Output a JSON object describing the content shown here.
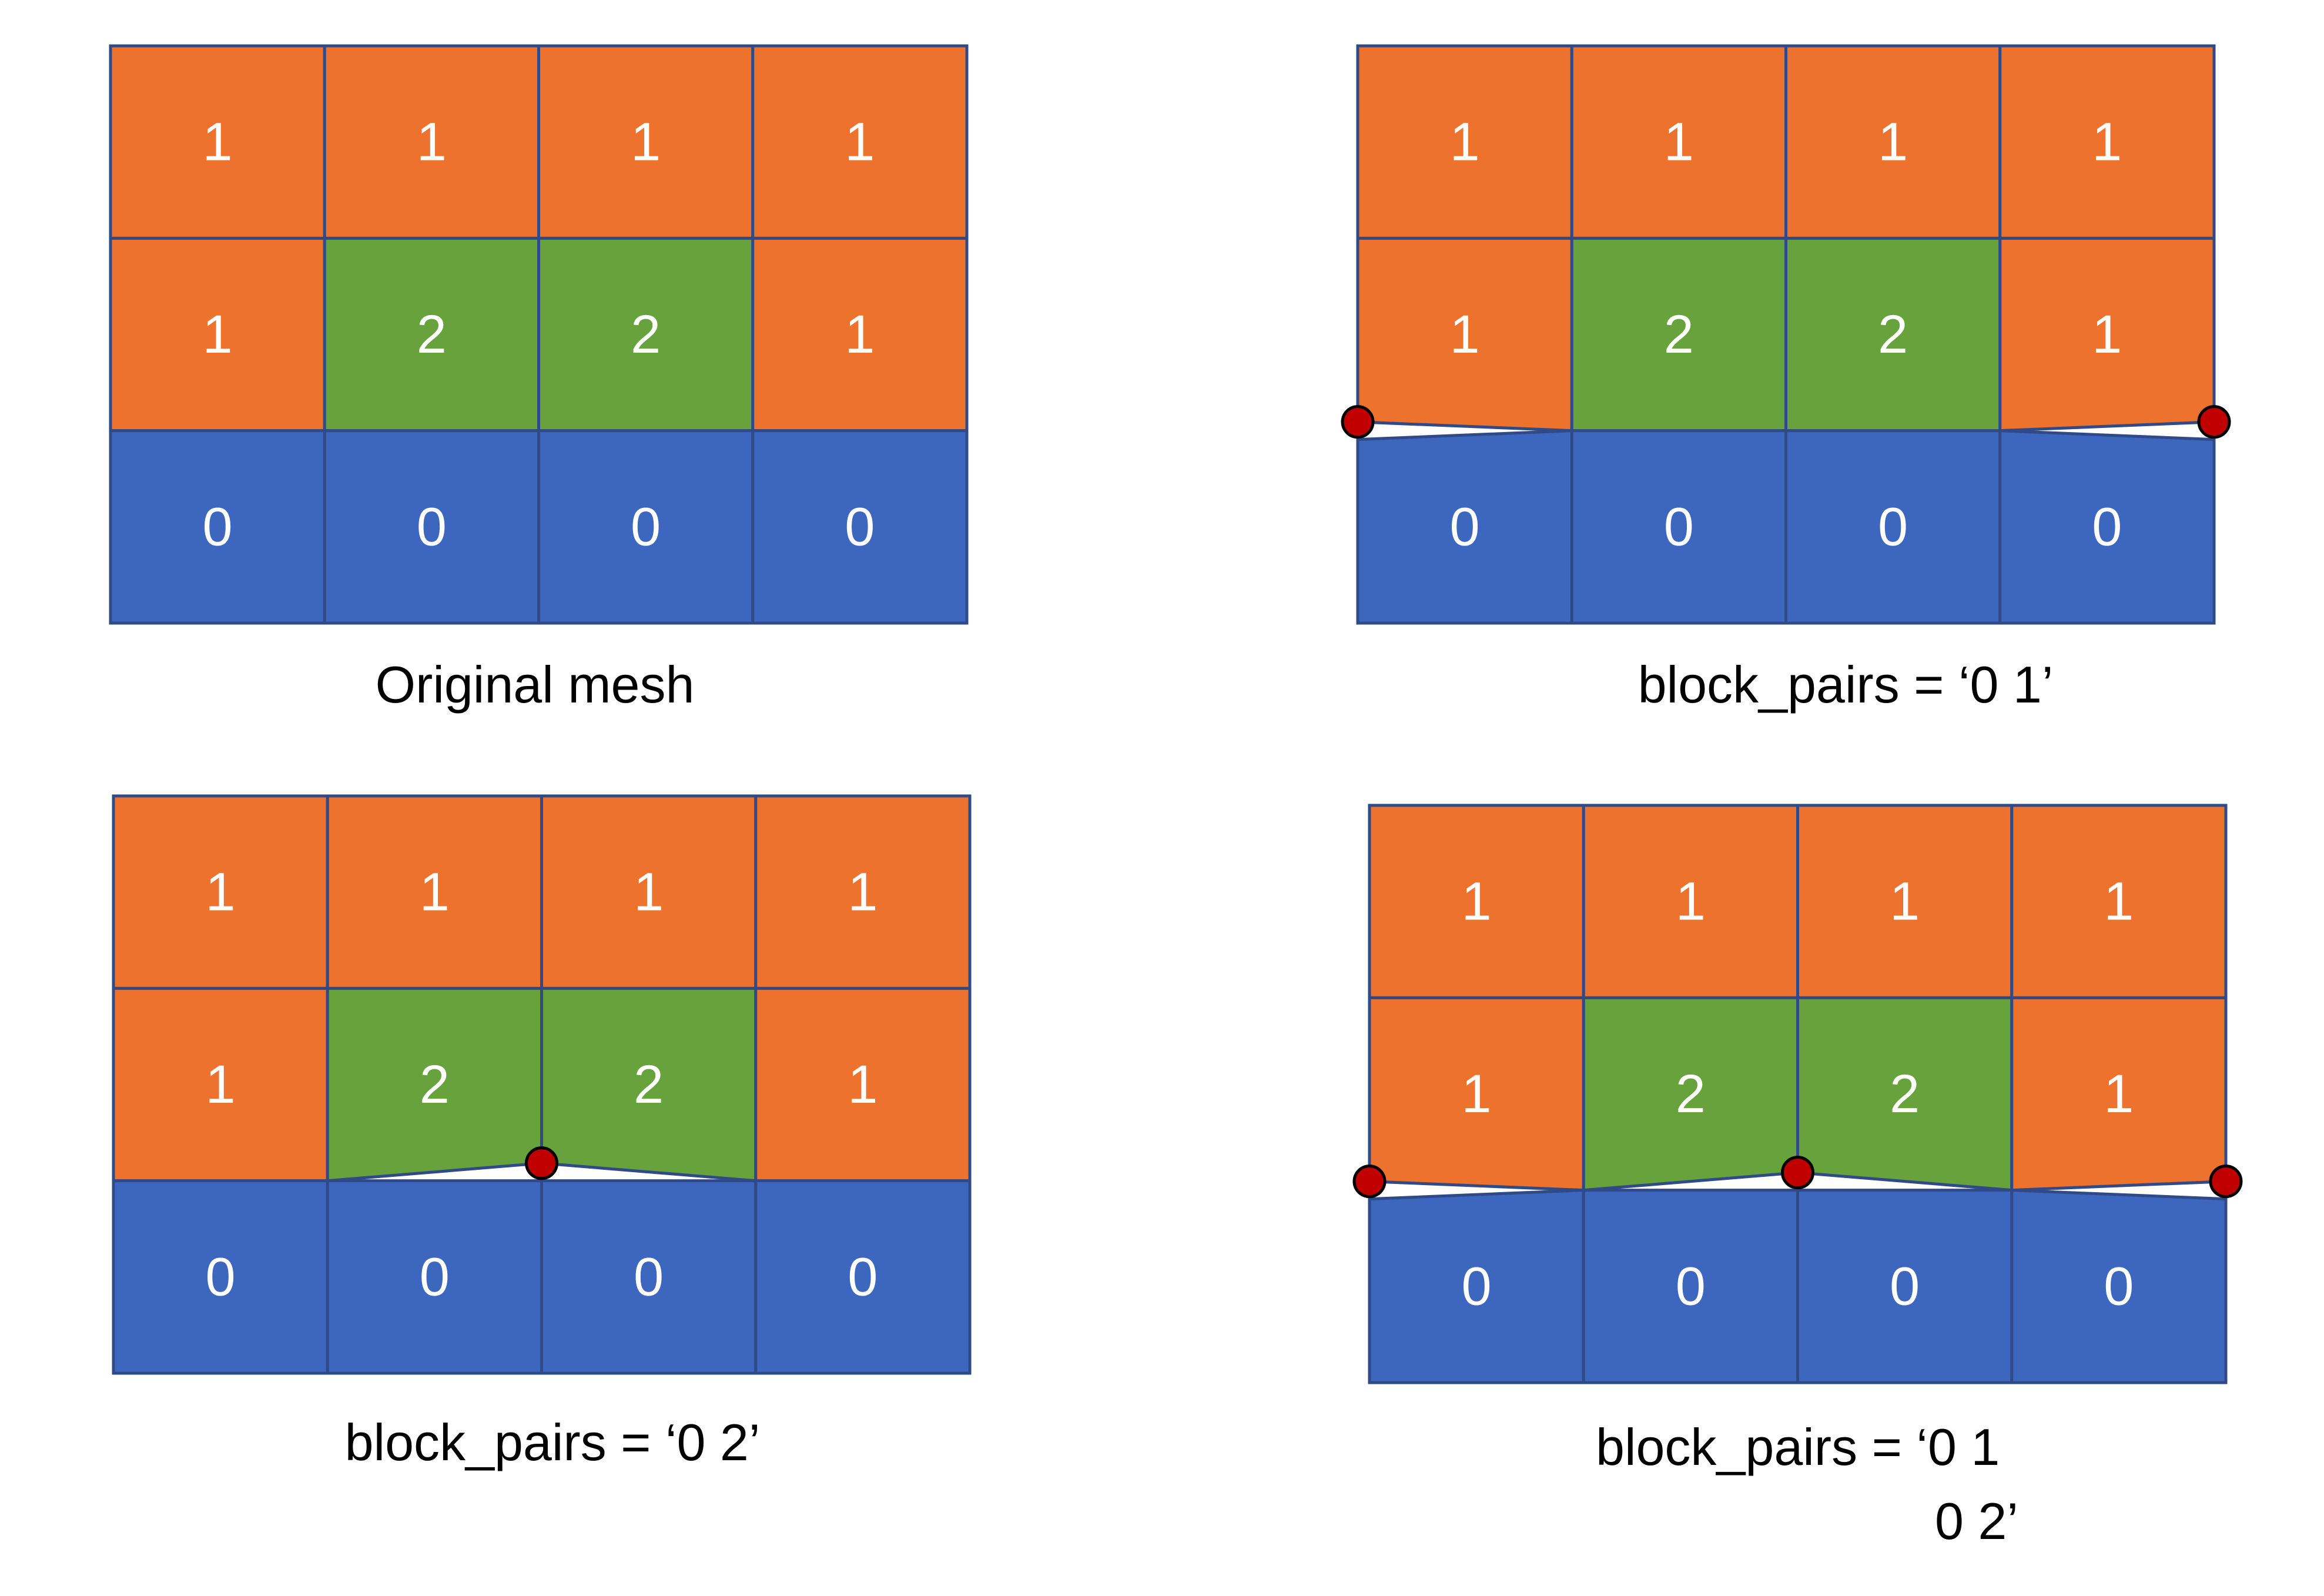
{
  "colors": {
    "0": "#3D67BF",
    "1": "#EC722E",
    "2": "#67A23D",
    "grid_line": "#2F4A86",
    "split_node": "#C00000",
    "label": "#FFFFFF",
    "caption": "#000000"
  },
  "panels": [
    {
      "caption_lines": [
        "Original mesh"
      ],
      "grid": [
        [
          "1",
          "1",
          "1",
          "1"
        ],
        [
          "1",
          "2",
          "2",
          "1"
        ],
        [
          "0",
          "0",
          "0",
          "0"
        ]
      ],
      "split_nodes": []
    },
    {
      "caption_lines": [
        "block_pairs = ‘0 1’"
      ],
      "grid": [
        [
          "1",
          "1",
          "1",
          "1"
        ],
        [
          "1",
          "2",
          "2",
          "1"
        ],
        [
          "0",
          "0",
          "0",
          "0"
        ]
      ],
      "split_nodes": [
        "left",
        "right"
      ]
    },
    {
      "caption_lines": [
        "block_pairs = ‘0 2’"
      ],
      "grid": [
        [
          "1",
          "1",
          "1",
          "1"
        ],
        [
          "1",
          "2",
          "2",
          "1"
        ],
        [
          "0",
          "0",
          "0",
          "0"
        ]
      ],
      "split_nodes": [
        "center"
      ]
    },
    {
      "caption_lines": [
        "block_pairs = ‘0 1",
        "0 2’"
      ],
      "grid": [
        [
          "1",
          "1",
          "1",
          "1"
        ],
        [
          "1",
          "2",
          "2",
          "1"
        ],
        [
          "0",
          "0",
          "0",
          "0"
        ]
      ],
      "split_nodes": [
        "left",
        "center",
        "right"
      ]
    }
  ]
}
